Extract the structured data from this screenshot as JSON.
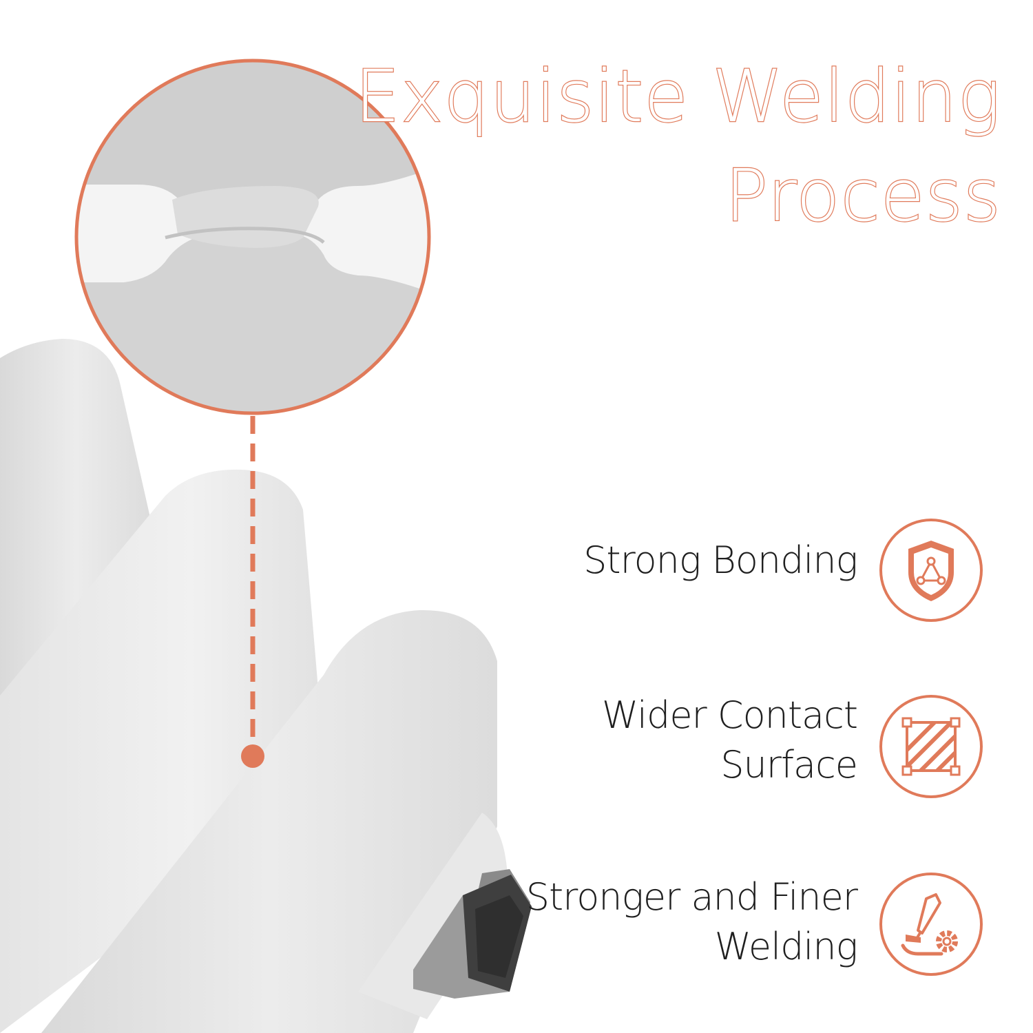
{
  "title": {
    "line1": "Exquisite Welding",
    "line2": "Process"
  },
  "features": [
    {
      "lines": [
        "Strong Bonding"
      ],
      "icon": "shield-network-icon"
    },
    {
      "lines": [
        "Wider Contact",
        "Surface"
      ],
      "icon": "hatched-square-icon"
    },
    {
      "lines": [
        "Stronger and Finer",
        "Welding"
      ],
      "icon": "welding-torch-gear-icon"
    }
  ],
  "colors": {
    "accent": "#e07a5a",
    "text": "#1f1f1f",
    "radiator": "#e6e6e6",
    "background": "#ffffff"
  }
}
